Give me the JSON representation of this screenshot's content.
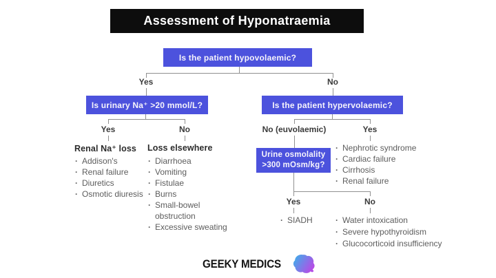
{
  "title": "Assessment of Hyponatraemia",
  "colors": {
    "question_box": "#4c52dd",
    "title_bg": "#0d0d0d",
    "connector_line": "#8f8f8f",
    "body_text": "#5c5c5c"
  },
  "questions": {
    "hypovolaemic": "Is the patient hypovolaemic?",
    "urinary_na": "Is urinary Na⁺ >20 mmol/L?",
    "hypervolaemic": "Is the patient hypervolaemic?",
    "urine_osmolality_line1": "Urine osmolality",
    "urine_osmolality_line2": ">300 mOsm/kg?"
  },
  "branch_labels": {
    "q1_yes": "Yes",
    "q1_no": "No",
    "q2_yes": "Yes",
    "q2_no": "No",
    "q3_no": "No (euvolaemic)",
    "q3_yes": "Yes",
    "q4_yes": "Yes",
    "q4_no": "No"
  },
  "lists": {
    "renal_na_loss": {
      "heading": "Renal Na⁺ loss",
      "items": [
        "Addison's",
        "Renal failure",
        "Diuretics",
        "Osmotic diuresis"
      ]
    },
    "loss_elsewhere": {
      "heading": "Loss elsewhere",
      "items": [
        "Diarrhoea",
        "Vomiting",
        "Fistulae",
        "Burns",
        "Small-bowel obstruction",
        "Excessive sweating"
      ]
    },
    "hypervolaemic_causes": {
      "items": [
        "Nephrotic syndrome",
        "Cardiac failure",
        "Cirrhosis",
        "Renal failure"
      ]
    },
    "high_osmolality": {
      "items": [
        "SIADH"
      ]
    },
    "low_osmolality": {
      "items": [
        "Water intoxication",
        "Severe hypothyroidism",
        "Glucocorticoid insufficiency"
      ]
    }
  },
  "logo": {
    "text": "GEEKY MEDICS",
    "icon": "brain-icon",
    "gradient_from": "#35b5ea",
    "gradient_to": "#b44ee6"
  }
}
